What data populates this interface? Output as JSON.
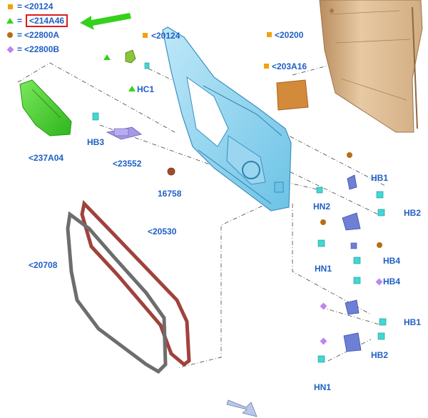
{
  "legend": [
    {
      "symbol": "square-orange",
      "eq": "=",
      "code": "<20124",
      "highlighted": false
    },
    {
      "symbol": "triangle-green",
      "eq": "=",
      "code": "<214A46",
      "highlighted": true
    },
    {
      "symbol": "circle-brown",
      "eq": "=",
      "code": "<22800A",
      "highlighted": false
    },
    {
      "symbol": "diamond-purple",
      "eq": "=",
      "code": "<22800B",
      "highlighted": false
    }
  ],
  "callouts": {
    "door_shell": "<20200",
    "insulator_pad": "<203A16",
    "door_frame": "<20124",
    "hinge_check_part": "HC1",
    "green_shield": "<237A04",
    "hb3": "HB3",
    "check_arm": "<23552",
    "plug": "16758",
    "hn2": "HN2",
    "outer_seal": "<20530",
    "inner_seal": "<20708",
    "hb1_top": "HB1",
    "hb2_top": "HB2",
    "hn1_top": "HN1",
    "hb4_a": "HB4",
    "hb4_b": "HB4",
    "hb1_bottom": "HB1",
    "hb2_bottom": "HB2",
    "hn1_bottom": "HN1"
  },
  "colors": {
    "label": "#1f5fc4",
    "highlight_box": "#e01b1b",
    "arrow": "#35d11c",
    "square": "#f3a10e",
    "triangle": "#35d11c",
    "circle": "#b86d16",
    "diamond": "#bb86ee",
    "door_frame": "#8fd3ee",
    "door_shell": "#e2c29a",
    "green_part": "#4ed33a",
    "pad": "#d38a3a",
    "seal_red": "#a0423c",
    "seal_grey": "#6d6d6d",
    "hinge": "#6e7fd6",
    "fastener": "#3fd9d4"
  },
  "icons": {
    "pointer_arrow": "green-arrow-icon",
    "nav_arrow": "orientation-arrow-icon"
  }
}
